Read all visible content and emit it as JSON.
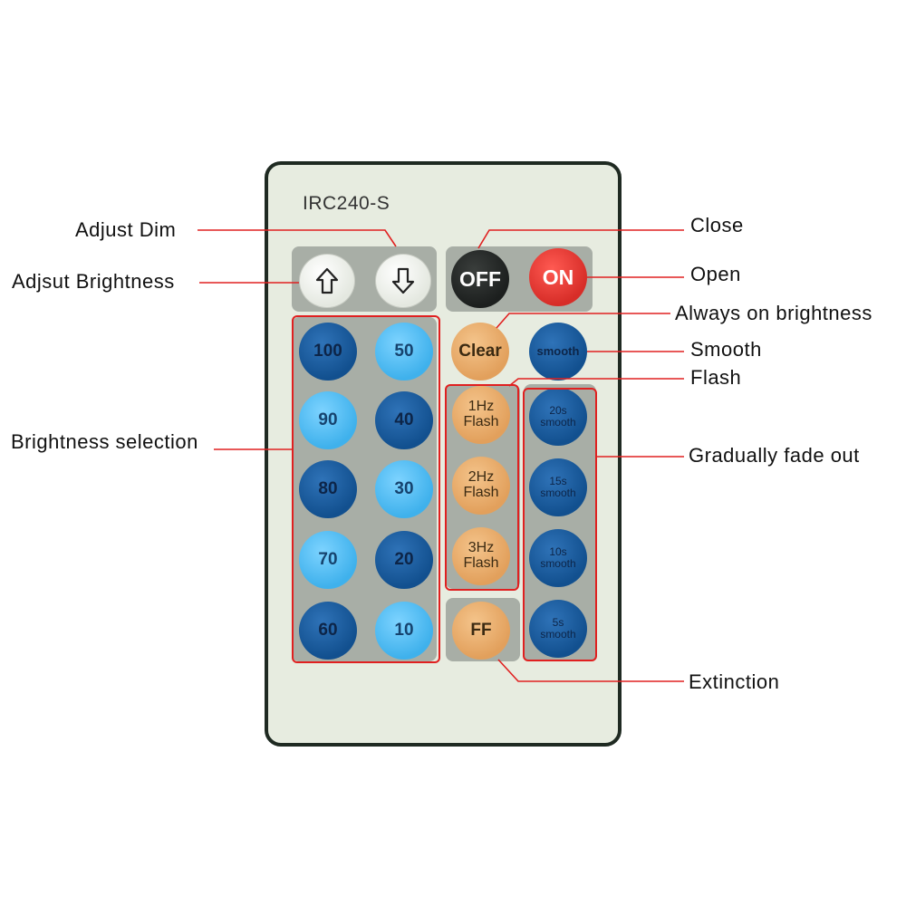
{
  "remote": {
    "model": "IRC240-S",
    "dim_buttons": {
      "up_icon": "arrow-up-icon",
      "down_icon": "arrow-down-icon"
    },
    "power": {
      "off": "OFF",
      "on": "ON"
    },
    "clear": "Clear",
    "smooth": "smooth",
    "brightness_left": [
      "100",
      "90",
      "80",
      "70",
      "60"
    ],
    "brightness_right": [
      "50",
      "40",
      "30",
      "20",
      "10"
    ],
    "flash": [
      {
        "freq": "1Hz",
        "word": "Flash"
      },
      {
        "freq": "2Hz",
        "word": "Flash"
      },
      {
        "freq": "3Hz",
        "word": "Flash"
      }
    ],
    "ff": "FF",
    "timers": [
      {
        "time": "20s",
        "word": "smooth"
      },
      {
        "time": "15s",
        "word": "smooth"
      },
      {
        "time": "10s",
        "word": "smooth"
      },
      {
        "time": "5s",
        "word": "smooth"
      }
    ]
  },
  "labels": {
    "adjust_dim": "Adjust Dim",
    "adjust_brightness": "Adjsut Brightness",
    "brightness_selection": "Brightness selection",
    "close": "Close",
    "open": "Open",
    "always_on": "Always on brightness",
    "smooth": "Smooth",
    "flash": "Flash",
    "fade_out": "Gradually fade out",
    "extinction": "Extinction"
  },
  "colors": {
    "annotation_line": "#e02020",
    "remote_body": "#e7ece0",
    "button_dark_blue": "#12508f",
    "button_light_blue": "#3fb1ec",
    "button_orange": "#e2a05c",
    "button_off": "#1c1f1e",
    "button_on": "#d72d28"
  }
}
